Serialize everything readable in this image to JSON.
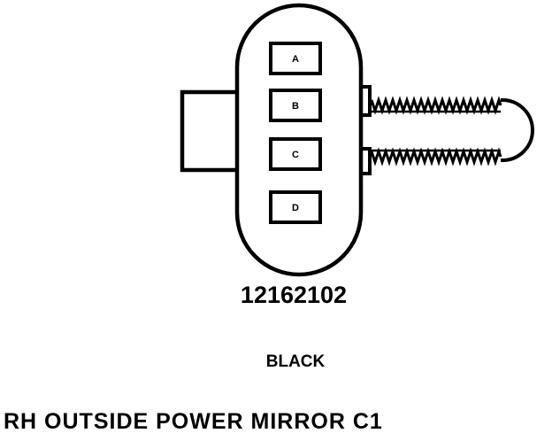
{
  "connector": {
    "pins": [
      "A",
      "B",
      "C",
      "D"
    ],
    "part_number": "12162102",
    "color": "BLACK"
  },
  "caption": "RH OUTSIDE POWER MIRROR C1"
}
